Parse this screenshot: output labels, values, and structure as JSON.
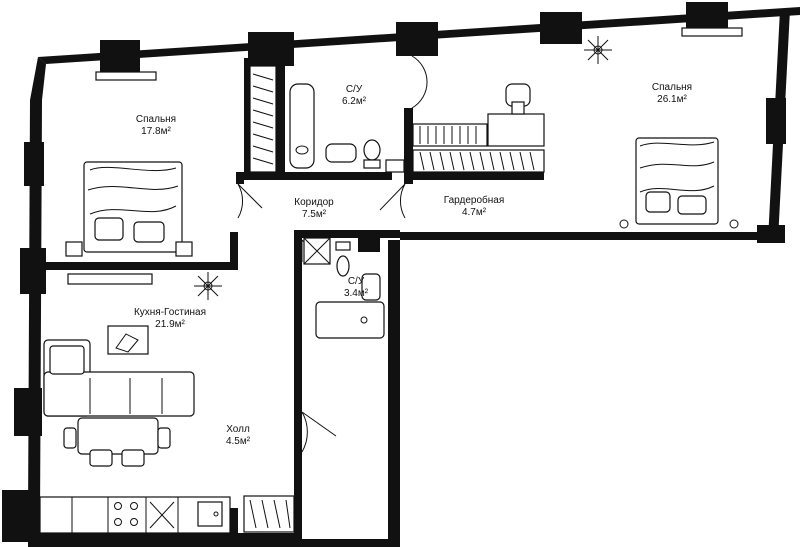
{
  "rooms": [
    {
      "id": "bedroom-left",
      "name": "Спальня",
      "area": "17.8м²"
    },
    {
      "id": "bathroom-top",
      "name": "С/У",
      "area": "6.2м²"
    },
    {
      "id": "bedroom-right",
      "name": "Спальня",
      "area": "26.1м²"
    },
    {
      "id": "corridor",
      "name": "Коридор",
      "area": "7.5м²"
    },
    {
      "id": "wardrobe",
      "name": "Гардеробная",
      "area": "4.7м²"
    },
    {
      "id": "bathroom-small",
      "name": "С/У",
      "area": "3.4м²"
    },
    {
      "id": "kitchen-living",
      "name": "Кухня-Гостиная",
      "area": "21.9м²"
    },
    {
      "id": "hall",
      "name": "Холл",
      "area": "4.5м²"
    }
  ],
  "icons": [
    "window-icon",
    "bed-icon",
    "sofa-icon",
    "dining-table-icon",
    "stove-icon",
    "sink-icon",
    "bathtub-icon",
    "toilet-icon",
    "plant-icon",
    "tv-unit-icon",
    "wardrobe-icon",
    "desk-icon",
    "door-swing-icon"
  ]
}
